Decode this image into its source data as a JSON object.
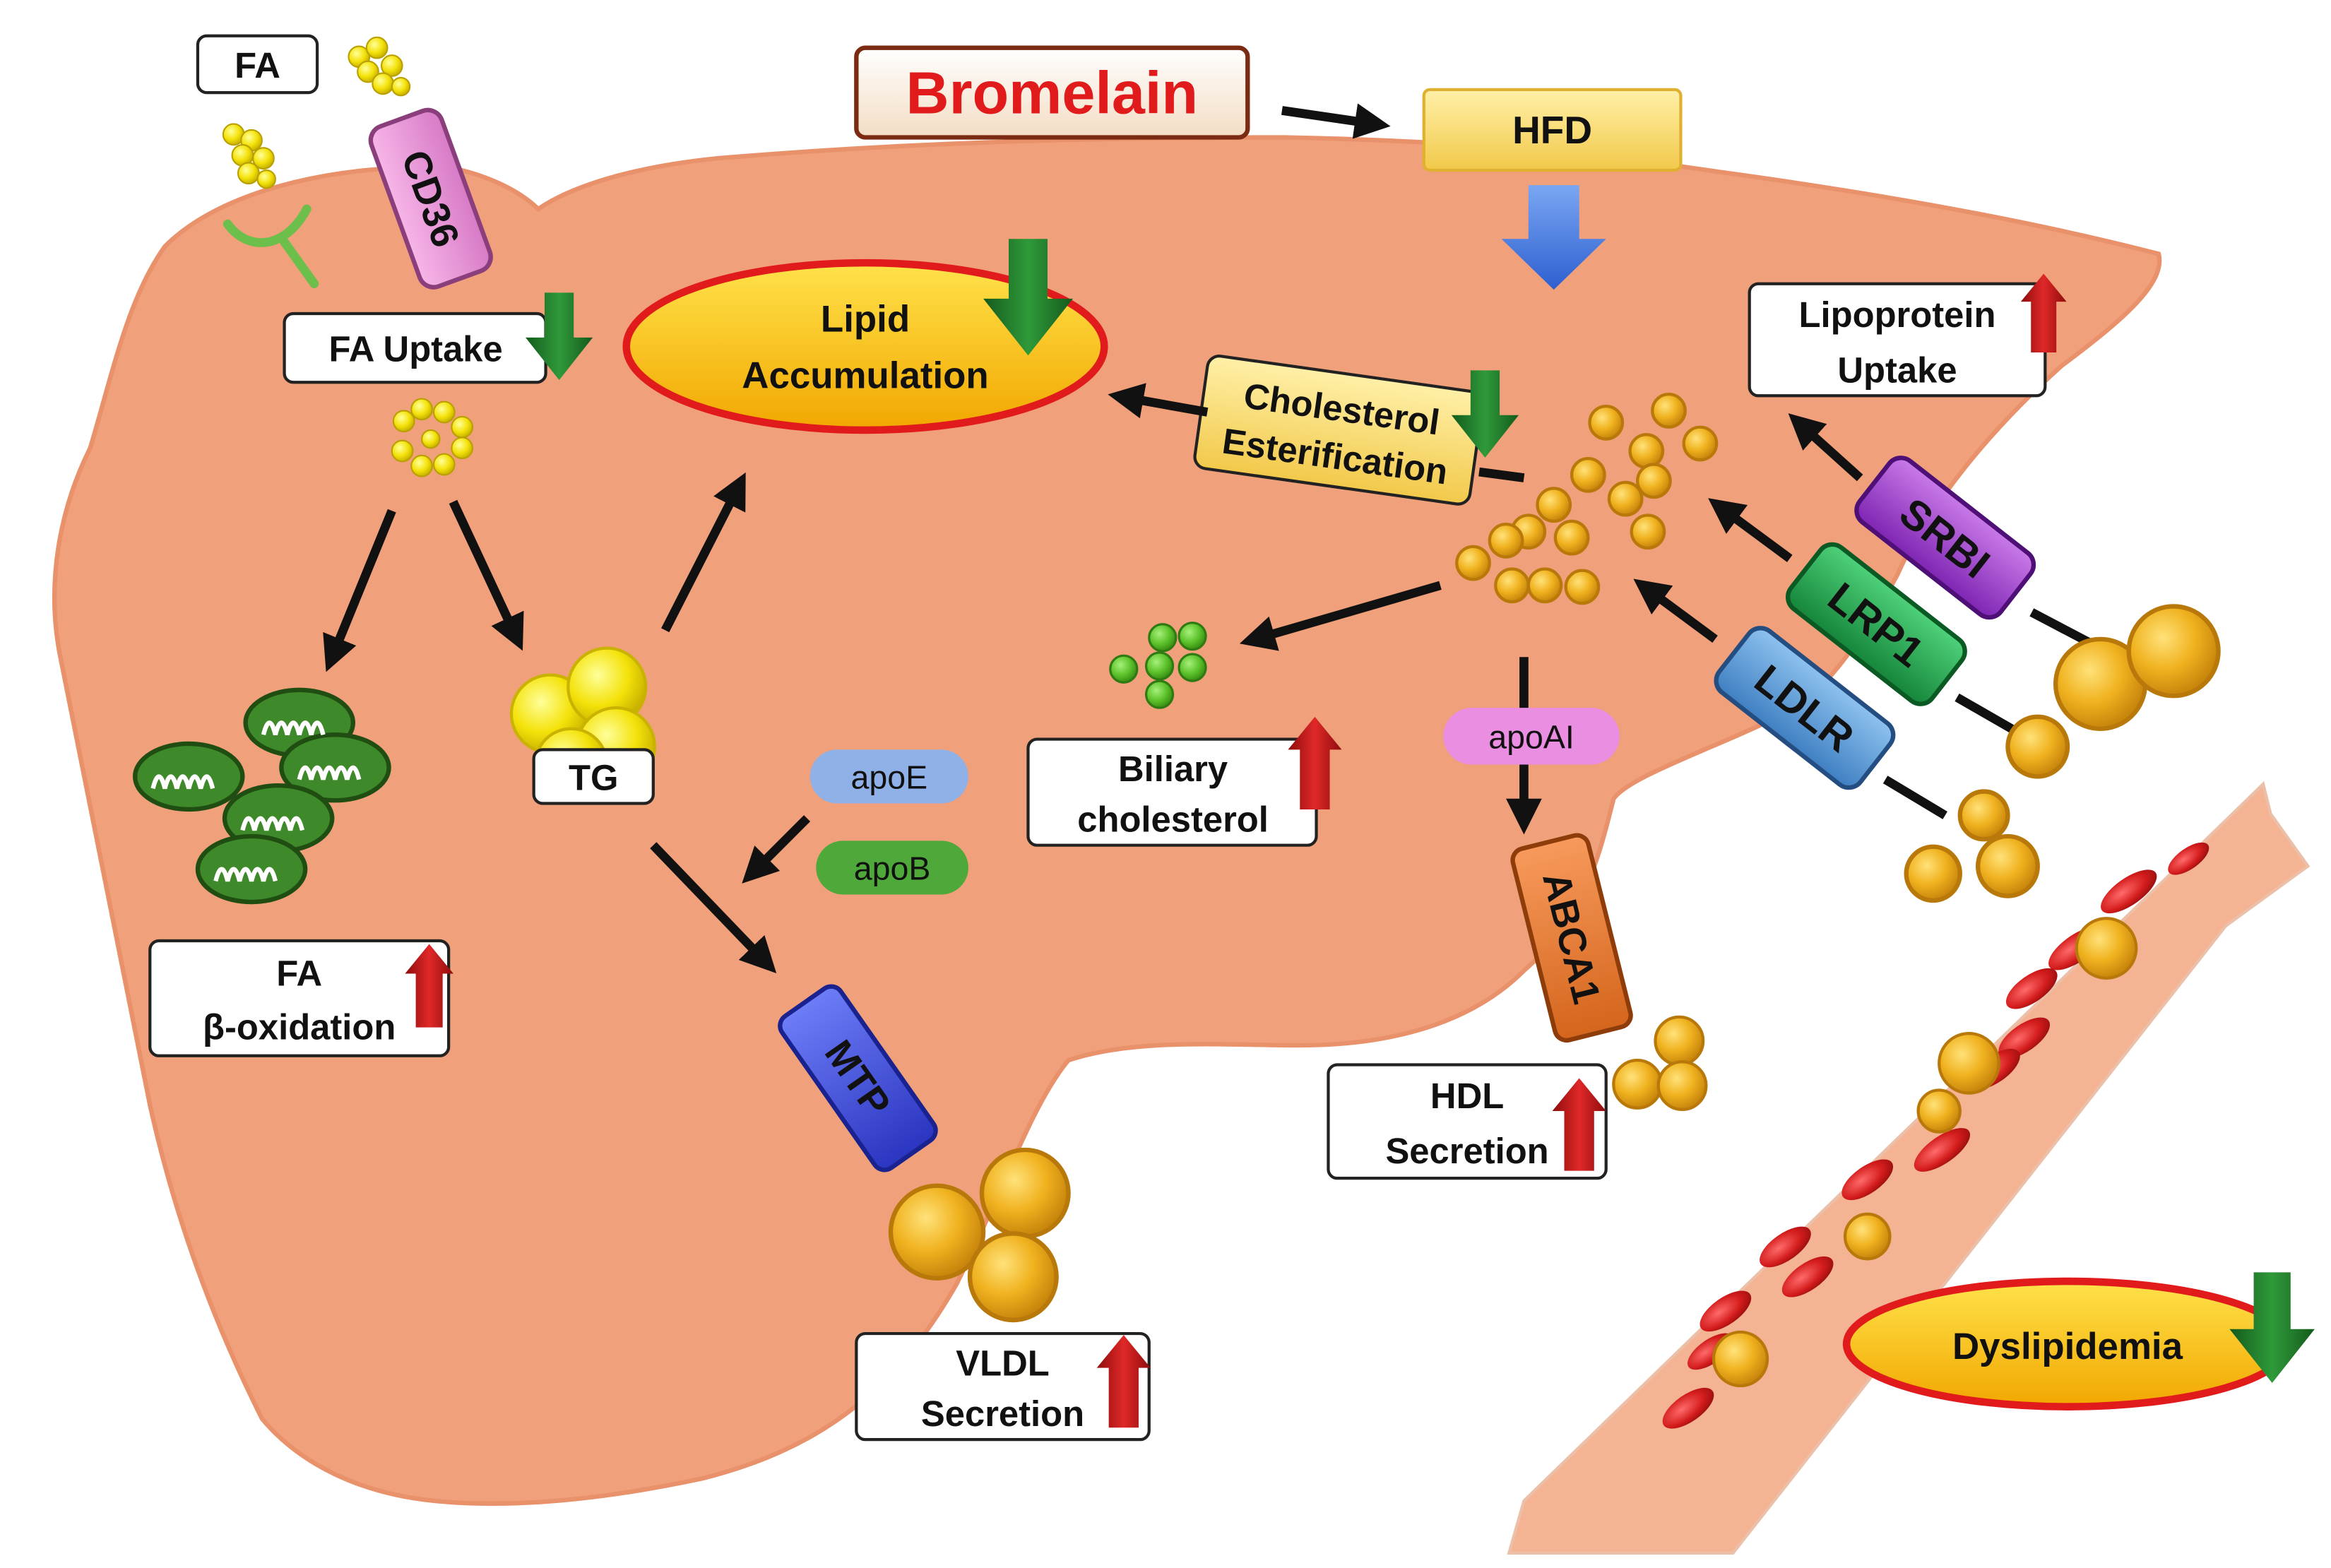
{
  "colors": {
    "liver": "#f0a07a",
    "liver_edge": "#e8916a",
    "vessel": "#f4b393",
    "lipid": "#e8a617",
    "lipid_dark": "#b8780a",
    "rbc": "#d41c1c",
    "up_arrow": "#c31515",
    "down_arrow": "#1f7a2a",
    "blue_arrow": "#3b72d8",
    "title_red": "#e11b1b"
  },
  "header": {
    "title": "Bromelain",
    "hfd": "HFD"
  },
  "fatty_acids": {
    "label": "FA",
    "receptor": "CD36",
    "uptake": "FA Uptake"
  },
  "accumulation": {
    "line1": "Lipid",
    "line2": "Accumulation"
  },
  "esterification": {
    "line1": "Cholesterol",
    "line2": "Esterification"
  },
  "lipoprotein_uptake": {
    "line1": "Lipoprotein",
    "line2": "Uptake"
  },
  "receptors": {
    "srbi": "SRBI",
    "lrp1": "LRP1",
    "ldlr": "LDLR"
  },
  "triglyceride": {
    "label": "TG"
  },
  "apolipoproteins": {
    "apoe": "apoE",
    "apob": "apoB",
    "apoai": "apoAI"
  },
  "biliary": {
    "line1": "Biliary",
    "line2": "cholesterol"
  },
  "beta_oxidation": {
    "line1": "FA",
    "line2": "β-oxidation"
  },
  "mtp": {
    "label": "MTP"
  },
  "vldl": {
    "line1": "VLDL",
    "line2": "Secretion"
  },
  "abca1": {
    "label": "ABCA1"
  },
  "hdl": {
    "line1": "HDL",
    "line2": "Secretion"
  },
  "dyslipidemia": {
    "label": "Dyslipidemia"
  }
}
